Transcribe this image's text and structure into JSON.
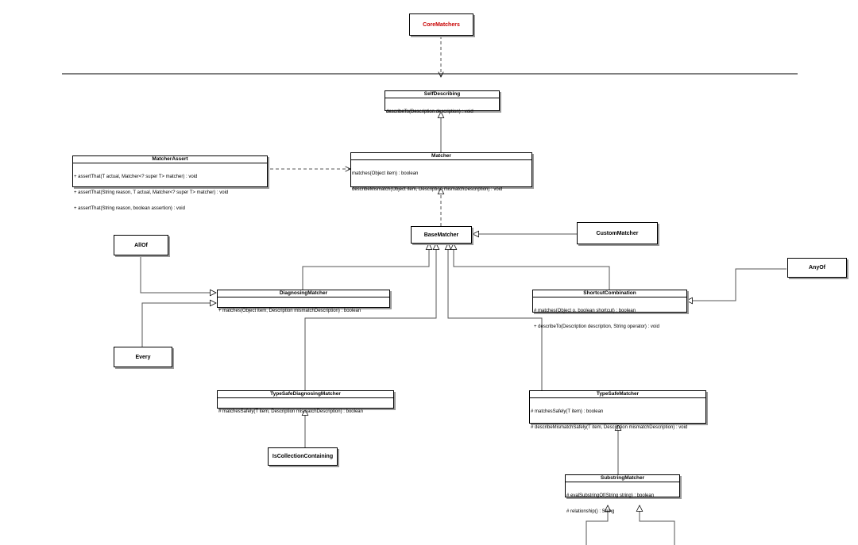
{
  "diagram": {
    "core_matchers": "CoreMatchers",
    "self_describing": {
      "name": "SelfDescribing",
      "members": [
        "describeTo(Description description) : void"
      ]
    },
    "matcher_assert": {
      "name": "MatcherAssert",
      "members": [
        "+ assertThat(T actual, Matcher<? super T> matcher) : void",
        "+ assertThat(String reason, T actual, Matcher<? super T> matcher) : void",
        "+ assertThat(String reason, boolean assertion) : void"
      ]
    },
    "matcher": {
      "name": "Matcher",
      "members": [
        "matches(Object item) : boolean",
        "describeMismatch(Object item, Description mismatchDescription) : void"
      ]
    },
    "base_matcher": "BaseMatcher",
    "custom_matcher": "CustomMatcher",
    "all_of": "AllOf",
    "any_of": "AnyOf",
    "every": "Every",
    "diagnosing_matcher": {
      "name": "DiagnosingMatcher",
      "members": [
        "+ matches(Object item, Description mismatchDescription) : boolean"
      ]
    },
    "shortcut_combination": {
      "name": "ShortcutCombination",
      "members": [
        "# matches(Object o, boolean shortcut) : boolean",
        "+ describeTo(Description description, String operator) : void"
      ]
    },
    "type_safe_diagnosing_matcher": {
      "name": "TypeSafeDiagnosingMatcher",
      "members": [
        "# matchesSafely(T item, Description mismatchDescription) : boolean"
      ]
    },
    "type_safe_matcher": {
      "name": "TypeSafeMatcher",
      "members": [
        "# matchesSafely(T item) : boolean",
        "# describeMismatchSafely(T item, Description mismatchDescription) : void"
      ]
    },
    "is_collection_containing": "IsCollectionContaining",
    "substring_matcher": {
      "name": "SubstringMatcher",
      "members": [
        "# evalSubstringOf(String string) : boolean",
        "# relationship() : String"
      ]
    }
  }
}
